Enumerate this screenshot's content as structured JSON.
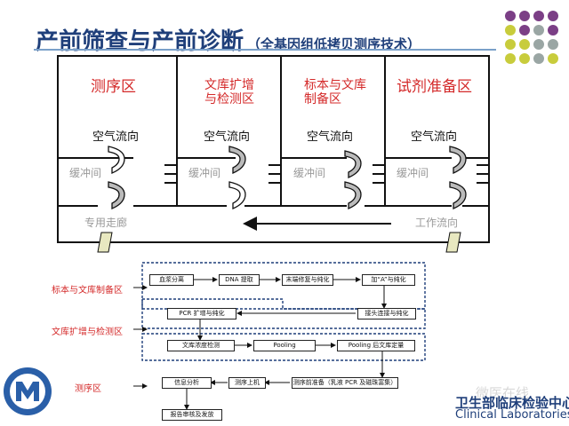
{
  "title": "产前筛查与产前诊断",
  "subtitle": "（全基因组低拷贝测序技术）",
  "rooms": [
    {
      "title": "测序区"
    },
    {
      "title": "文库扩增与检测区"
    },
    {
      "title": "标本与文库制备区"
    },
    {
      "title": "试剂准备区"
    }
  ],
  "airflow_label": "空气流向",
  "buffer_label": "缓冲间",
  "corridor_label": "专用走廊",
  "workflow_label": "工作流向",
  "flow": {
    "zone_labels": [
      "标本与文库制备区",
      "文库扩增与检测区",
      "测序区"
    ],
    "steps": {
      "s1": "血浆分离",
      "s2": "DNA 提取",
      "s3": "末端修复与纯化",
      "s4": "加“A”与纯化",
      "s5": "接头连接与纯化",
      "s6": "PCR 扩增与纯化",
      "s7": "文库浓度检测",
      "s8": "Pooling",
      "s9": "Pooling 后文库定量",
      "s10": "测序前准备（乳液 PCR 及磁珠富集）",
      "s11": "测序上机",
      "s12": "信息分析",
      "s13": "报告审核及发放"
    }
  },
  "watermark": "微医在线",
  "brand": {
    "line1": "卫生部临床检验中心",
    "line2": "Clinical Laboratories"
  },
  "colors": {
    "title": "#1f3f7a",
    "room_title": "#d42a2a",
    "dots": [
      "#7b3f86",
      "#c8cc3c",
      "#9aa6a4"
    ]
  }
}
